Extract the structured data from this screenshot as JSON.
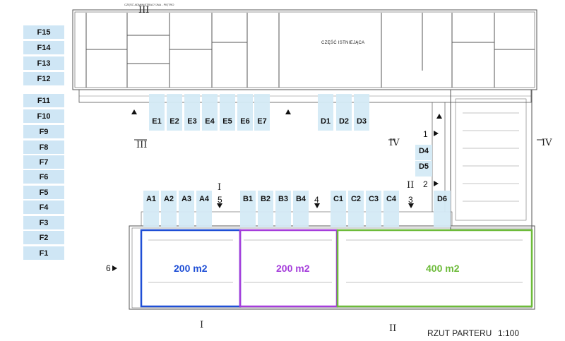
{
  "floor_labels": [
    "F15",
    "F14",
    "F13",
    "F12",
    "F11",
    "F10",
    "F9",
    "F8",
    "F7",
    "F6",
    "F5",
    "F4",
    "F3",
    "F2",
    "F1"
  ],
  "units_top_e": [
    "E1",
    "E2",
    "E3",
    "E4",
    "E5",
    "E6",
    "E7"
  ],
  "units_top_d": [
    "D1",
    "D2",
    "D3"
  ],
  "units_right_d": [
    "D4",
    "D5",
    "D6"
  ],
  "units_a": [
    "A1",
    "A2",
    "A3",
    "A4"
  ],
  "units_b": [
    "B1",
    "B2",
    "B3",
    "B4"
  ],
  "units_c": [
    "C1",
    "C2",
    "C3",
    "C4"
  ],
  "section_marks": {
    "iii": "III",
    "iv": "IV",
    "i": "I",
    "ii": "II"
  },
  "entry_numbers": {
    "n1": "1",
    "n2": "2",
    "n3": "3",
    "n4": "4",
    "n5": "5",
    "n6": "6"
  },
  "areas": {
    "blue": {
      "label": "200 m2",
      "color": "#1f4fd6"
    },
    "purple": {
      "label": "200 m2",
      "color": "#a53ddb"
    },
    "green": {
      "label": "400 m2",
      "color": "#6dbb3a"
    }
  },
  "existing_part": "CZĘŚĆ ISTNIEJĄCA",
  "top_note": "CZĘŚĆ ADMINISTRACYJNA - PIĘTRO",
  "title": {
    "name": "RZUT PARTERU",
    "scale": "1:100"
  }
}
